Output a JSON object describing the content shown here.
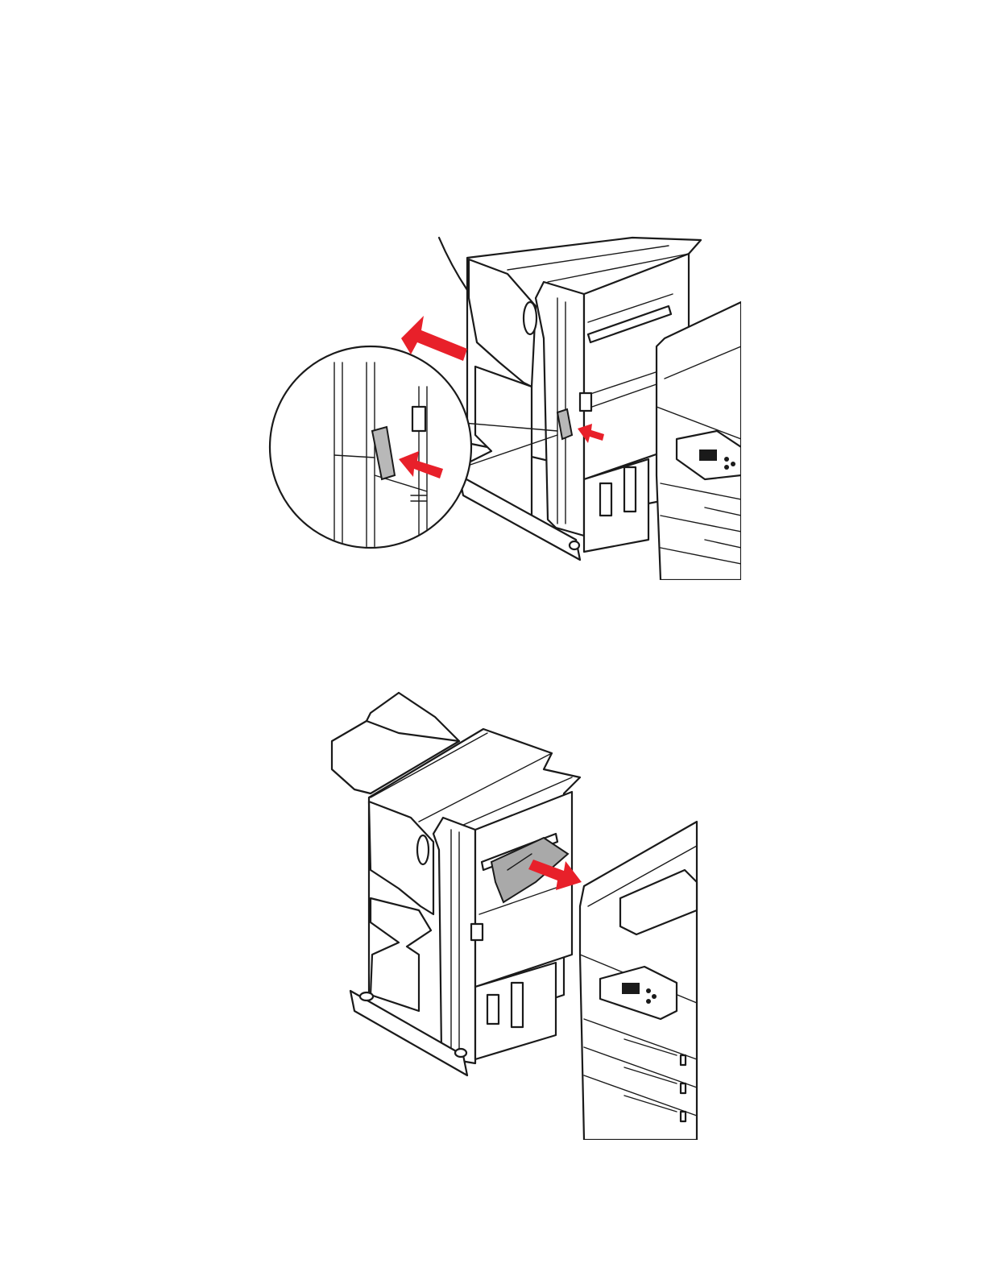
{
  "page": {
    "background": "#ffffff"
  },
  "colors": {
    "arrow": "#e8202a",
    "line": "#1a1a1a",
    "gray_part": "#b8b8b8",
    "paper": "#a9a9a9"
  },
  "figures": [
    {
      "id": "fig-1",
      "icon": "finisher-latch-release-illustration"
    },
    {
      "id": "fig-2",
      "icon": "remove-jammed-paper-illustration"
    }
  ]
}
